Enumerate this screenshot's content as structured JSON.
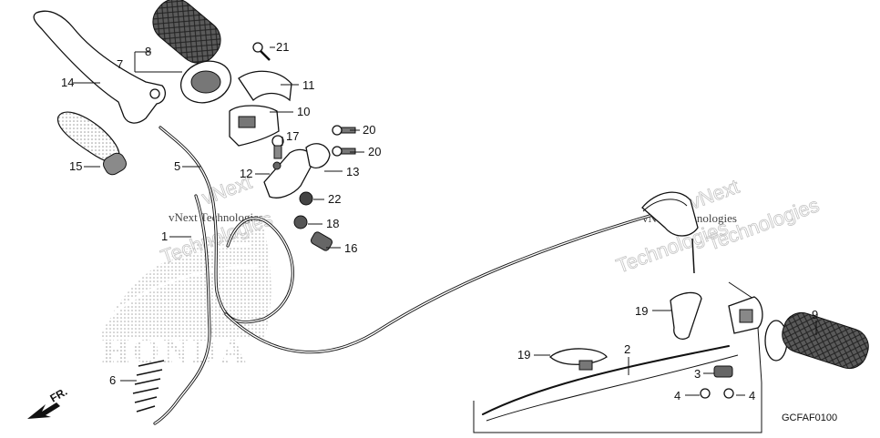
{
  "callouts": {
    "c1": "1",
    "c2": "2",
    "c3": "3",
    "c4a": "4",
    "c4b": "4",
    "c5": "5",
    "c6": "6",
    "c7": "7",
    "c8": "8",
    "c9": "9",
    "c10": "10",
    "c11": "11",
    "c12": "12",
    "c13": "13",
    "c14": "14",
    "c15": "15",
    "c16": "16",
    "c17": "17",
    "c18": "18",
    "c19a": "19",
    "c19b": "19",
    "c20a": "20",
    "c20b": "20",
    "c21": "21",
    "c22": "22"
  },
  "direction_label": "FR.",
  "diagram_code": "GCFAF0100",
  "background_logo_text": "HONDA",
  "watermarks": {
    "brand_1": "vNext",
    "brand_2": "Technologies",
    "brand_3": "vNext Technologies",
    "brand_4": "Technologies",
    "brand_5": "vNext",
    "brand_6": "Technologies",
    "brand_7": "vNext Technologies"
  }
}
